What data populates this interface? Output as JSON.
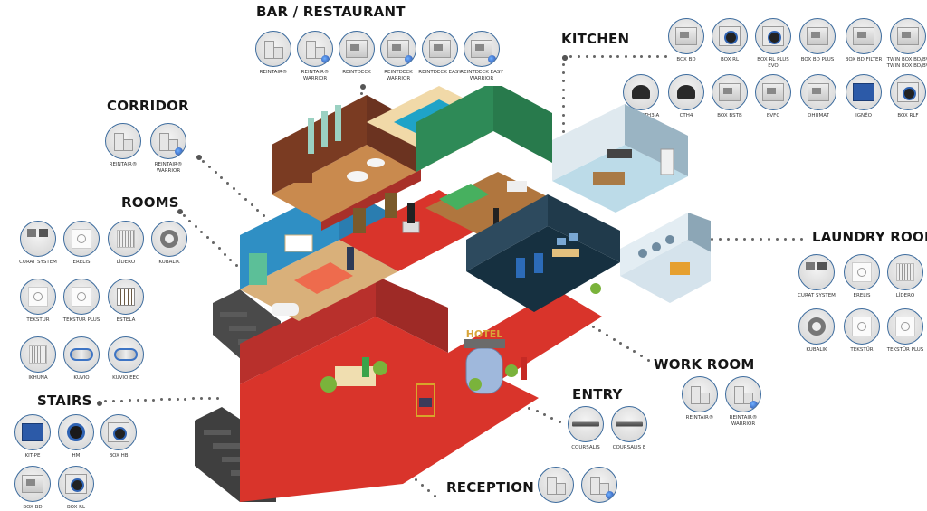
{
  "colors": {
    "disc_border": "#3d6c9e",
    "title_text": "#161616",
    "connector_dots": "#666666",
    "wall_red": "#b8302c",
    "carpet_red": "#d9342b",
    "wall_brown": "#7a3b22",
    "wall_green": "#2e8a57",
    "wall_blue": "#2f8fc4",
    "wall_navy": "#1f3a4f",
    "wall_lightblue": "#cfe0ea",
    "stairs_gray": "#4a4a4a"
  },
  "sections": {
    "bar_restaurant": {
      "title": "BAR / RESTAURANT",
      "products": [
        {
          "label": "REINTAIR®",
          "icon": "cart-unit-icon",
          "badge": false
        },
        {
          "label": "REINTAIR® WARRIOR",
          "icon": "cart-unit-icon",
          "badge": true
        },
        {
          "label": "REINTDECK",
          "icon": "box-unit-icon",
          "badge": false
        },
        {
          "label": "REINTDECK WARRIOR",
          "icon": "box-unit-icon",
          "badge": true
        },
        {
          "label": "REINTDECK EASY",
          "icon": "box-unit-icon",
          "badge": false
        },
        {
          "label": "REINTDECK EASY WARRIOR",
          "icon": "box-unit-icon",
          "badge": true
        }
      ]
    },
    "kitchen": {
      "title": "KITCHEN",
      "products": [
        {
          "label": "BOX BD",
          "icon": "box-unit-icon"
        },
        {
          "label": "BOX RL",
          "icon": "fan-box-icon"
        },
        {
          "label": "BOX RL PLUS EVO",
          "icon": "fan-box-icon"
        },
        {
          "label": "BOX BD PLUS",
          "icon": "box-unit-icon"
        },
        {
          "label": "BOX BD FILTER",
          "icon": "box-unit-icon"
        },
        {
          "label": "TWIN BOX BD/BV TWIN BOX BD/BV",
          "icon": "box-unit-icon"
        },
        {
          "label": "CTH3 / CTH3-A",
          "icon": "roof-fan-icon"
        },
        {
          "label": "CTH4",
          "icon": "roof-fan-icon"
        },
        {
          "label": "BOX BSTB",
          "icon": "box-unit-icon"
        },
        {
          "label": "BVFC",
          "icon": "box-unit-icon"
        },
        {
          "label": "DHUMAT",
          "icon": "box-unit-icon"
        },
        {
          "label": "IGNÉO",
          "icon": "blower-icon"
        },
        {
          "label": "BOX RLF",
          "icon": "fan-box-icon"
        }
      ]
    },
    "corridor": {
      "title": "CORRIDOR",
      "products": [
        {
          "label": "REINTAIR®",
          "icon": "cart-unit-icon",
          "badge": false
        },
        {
          "label": "REINTAIR® WARRIOR",
          "icon": "cart-unit-icon",
          "badge": true
        }
      ]
    },
    "rooms": {
      "title": "ROOMS",
      "products": [
        {
          "label": "CURAT SYSTEM",
          "icon": "curat-system-icon"
        },
        {
          "label": "ERELIS",
          "icon": "wall-fan-icon"
        },
        {
          "label": "LÍDERO",
          "icon": "grille-fan-icon"
        },
        {
          "label": "KUBALIK",
          "icon": "ring-fan-icon"
        },
        {
          "label": "TEKSTÜR",
          "icon": "white-panel-icon"
        },
        {
          "label": "TEKSTÜR PLUS",
          "icon": "white-panel-icon"
        },
        {
          "label": "ESTELA",
          "icon": "estela-grille-icon"
        },
        {
          "label": "IKHUNA",
          "icon": "grille-fan-icon"
        },
        {
          "label": "KUVIO",
          "icon": "inline-duct-fan-icon"
        },
        {
          "label": "KUVIO EEC",
          "icon": "inline-duct-fan-icon"
        }
      ]
    },
    "stairs": {
      "title": "STAIRS",
      "products": [
        {
          "label": "KIT-PE",
          "icon": "blue-box-icon"
        },
        {
          "label": "HM",
          "icon": "axial-fan-icon"
        },
        {
          "label": "BOX HB",
          "icon": "fan-box-icon"
        },
        {
          "label": "BOX BD",
          "icon": "box-unit-icon"
        },
        {
          "label": "BOX RL",
          "icon": "fan-box-icon"
        }
      ]
    },
    "laundry_room": {
      "title": "LAUNDRY ROOM",
      "products": [
        {
          "label": "CURAT SYSTEM",
          "icon": "curat-system-icon"
        },
        {
          "label": "ERELIS",
          "icon": "wall-fan-icon"
        },
        {
          "label": "LÍDERO",
          "icon": "grille-fan-icon"
        },
        {
          "label": "KUBALIK",
          "icon": "ring-fan-icon"
        },
        {
          "label": "TEKSTÜR",
          "icon": "white-panel-icon"
        },
        {
          "label": "TEKSTÜR PLUS",
          "icon": "white-panel-icon"
        }
      ]
    },
    "work_room": {
      "title": "WORK ROOM",
      "products": [
        {
          "label": "REINTAIR®",
          "icon": "cart-unit-icon",
          "badge": false
        },
        {
          "label": "REINTAIR® WARRIOR",
          "icon": "cart-unit-icon",
          "badge": true
        }
      ]
    },
    "entry": {
      "title": "ENTRY",
      "products": [
        {
          "label": "COURSALIS",
          "icon": "air-curtain-icon"
        },
        {
          "label": "COURSALIS E",
          "icon": "air-curtain-icon"
        }
      ]
    },
    "reception": {
      "title": "RECEPTION",
      "products": [
        {
          "label": "",
          "icon": "cart-unit-icon",
          "badge": false
        },
        {
          "label": "",
          "icon": "cart-unit-icon",
          "badge": true
        }
      ]
    }
  },
  "building": {
    "sign_text": "HOTEL",
    "rooms": [
      "bar-restaurant",
      "pool-terrace",
      "guest-room-green",
      "kitchen",
      "corridor",
      "guest-room-blue",
      "work-room",
      "laundry-room",
      "reception",
      "entry",
      "stairs"
    ]
  }
}
